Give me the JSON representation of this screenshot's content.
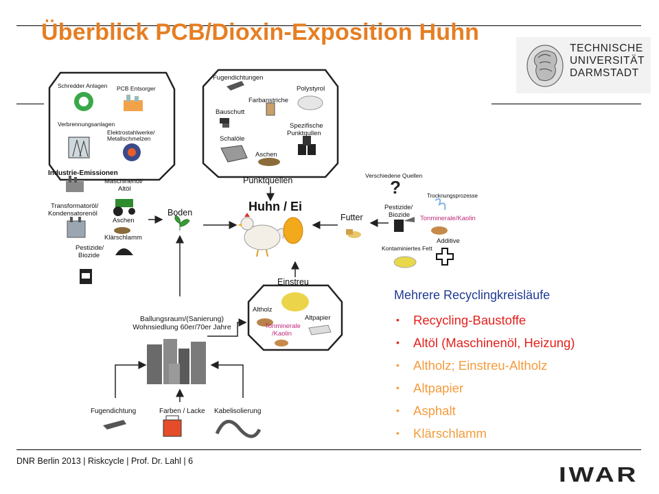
{
  "slide": {
    "title": "Überblick PCB/Dioxin-Exposition Huhn",
    "logo": {
      "lines": [
        "TECHNISCHE",
        "UNIVERSITÄT",
        "DARMSTADT"
      ]
    },
    "footer": "DNR Berlin 2013 | Riskcycle  |  Prof. Dr. Lahl  | 6",
    "brand": "IWAR"
  },
  "diagram": {
    "industry_group": {
      "items": [
        "Schredder Anlagen",
        "PCB Entsorger",
        "Verbrennungsanlagen",
        "Elektrostahlwerke/",
        "Metallschmelzen"
      ],
      "caption": "Industrie-Emissionen"
    },
    "point_group": {
      "items": [
        "Fugendichtungen",
        "Polystyrol",
        "Farbanstriche",
        "Bauschutt",
        "Spezifische",
        "Punktqullen",
        "Schalöle",
        "Aschen"
      ],
      "caption": "Punktquellen"
    },
    "left_sources": [
      "Maschinenöl/",
      "Altöl",
      "Transformatoröl/",
      "Kondensatorenöl",
      "Aschen",
      "Klärschlamm",
      "Pestizide/",
      "Biozide"
    ],
    "boden": "Boden",
    "huhn": "Huhn / Ei",
    "futter": "Futter",
    "futter_sources": [
      "Verschiedene Quellen",
      "Trocknungsprozesse",
      "Pestizide/",
      "Biozide",
      "Tonminerale/Kaolin",
      "Additive",
      "Kontaminiertes Fett"
    ],
    "einstreu_group": {
      "caption": "Einstreu",
      "items": [
        "Altholz",
        "Altpapier",
        "Tonminerale",
        "/Kaolin"
      ]
    },
    "ballungsraum": [
      "Ballungsraum/(Sanierung)",
      "Wohnsiedlung 60er/70er Jahre"
    ],
    "bottom_sources": [
      "Fugendichtung",
      "Farben / Lacke",
      "Kabelisolierung"
    ]
  },
  "bullets": {
    "heading": "Mehrere Recyclingkreisläufe",
    "items": [
      {
        "text": "Recycling-Baustoffe",
        "color": "#e2211c"
      },
      {
        "text": "Altöl (Maschinenöl, Heizung)",
        "color": "#e2211c"
      },
      {
        "text": "Altholz; Einstreu-Altholz",
        "color": "#f39c3c"
      },
      {
        "text": "Altpapier",
        "color": "#f39c3c"
      },
      {
        "text": "Asphalt",
        "color": "#f39c3c"
      },
      {
        "text": "Klärschlamm",
        "color": "#f39c3c"
      }
    ]
  }
}
